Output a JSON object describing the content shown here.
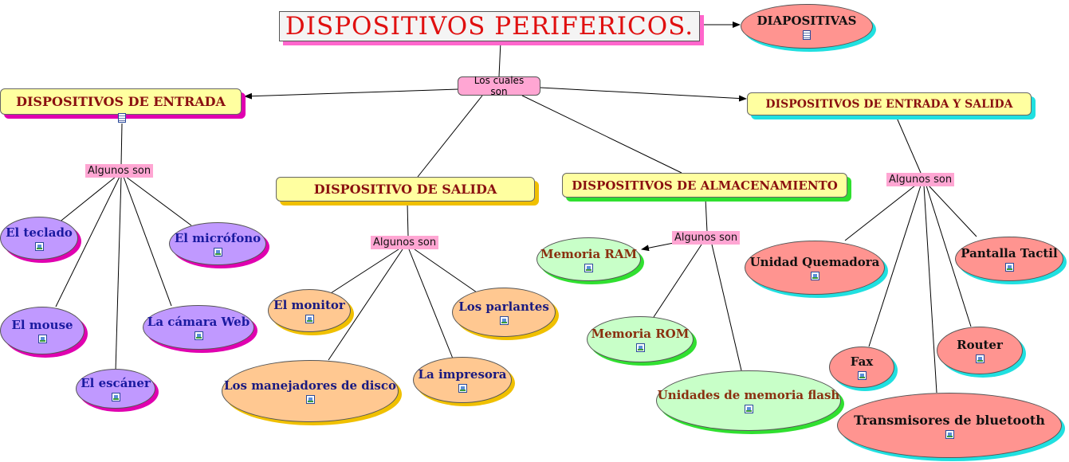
{
  "title": "DISPOSITIVOS PERIFERICOS.",
  "diapositivas": "DIAPOSITIVAS",
  "root_link": "Los cuales son",
  "link_label": "Algunos son",
  "categories": {
    "entrada": "DISPOSITIVOS DE ENTRADA",
    "salida": "DISPOSITIVO DE SALIDA",
    "almacenamiento": "DISPOSITIVOS DE ALMACENAMIENTO",
    "entrada_salida": "DISPOSITIVOS DE ENTRADA Y SALIDA"
  },
  "entrada_items": [
    "El teclado",
    "El micrófono",
    "El mouse",
    "La cámara Web",
    "El escáner"
  ],
  "salida_items": [
    "El monitor",
    "Los parlantes",
    "La impresora",
    "Los manejadores de disco"
  ],
  "almacenamiento_items": [
    "Memoria RAM",
    "Memoria ROM",
    "Unidades de memoria flash"
  ],
  "entrada_salida_items": [
    "Unidad Quemadora",
    "Pantalla Tactil",
    "Fax",
    "Router",
    "Transmisores de bluetooth"
  ],
  "colors": {
    "title": "#e01010",
    "category_fill": "#ffffa0",
    "link_label": "#ffa6d3",
    "entrada_nodes": "#c099ff",
    "salida_nodes": "#ffc891",
    "almacenamiento_nodes": "#c8ffc8",
    "entrada_salida_nodes": "#ff9490"
  }
}
